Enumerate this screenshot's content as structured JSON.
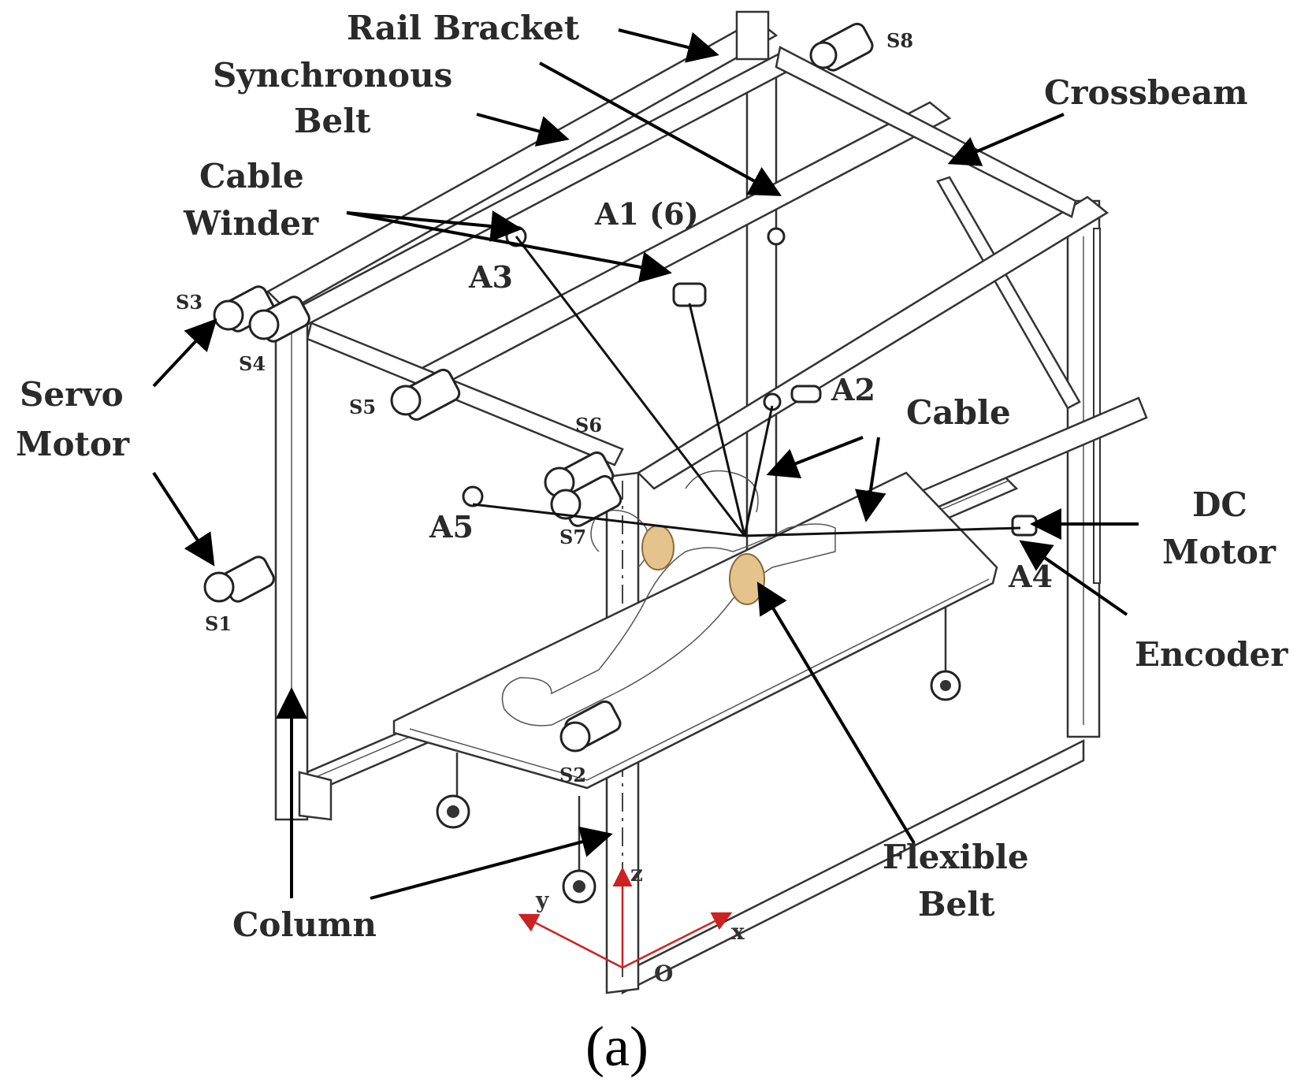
{
  "labels": {
    "rail_bracket": "Rail Bracket",
    "synchronous_belt_1": "Synchronous",
    "synchronous_belt_2": "Belt",
    "crossbeam": "Crossbeam",
    "cable_winder_1": "Cable",
    "cable_winder_2": "Winder",
    "a1": "A1 (6)",
    "a2": "A2",
    "a3": "A3",
    "a4": "A4",
    "a5": "A5",
    "servo_motor_1": "Servo",
    "servo_motor_2": "Motor",
    "cable": "Cable",
    "dc_motor_1": "DC",
    "dc_motor_2": "Motor",
    "encoder": "Encoder",
    "flexible_belt_1": "Flexible",
    "flexible_belt_2": "Belt",
    "column": "Column",
    "s1": "S1",
    "s2": "S2",
    "s3": "S3",
    "s4": "S4",
    "s5": "S5",
    "s6": "S6",
    "s7": "S7",
    "s8": "S8",
    "axis_x": "x",
    "axis_y": "y",
    "axis_z": "z",
    "origin": "O"
  },
  "caption": "(a)",
  "colors": {
    "axis": "#cc2222",
    "belt": "#e4c48c",
    "ink": "#222222"
  }
}
